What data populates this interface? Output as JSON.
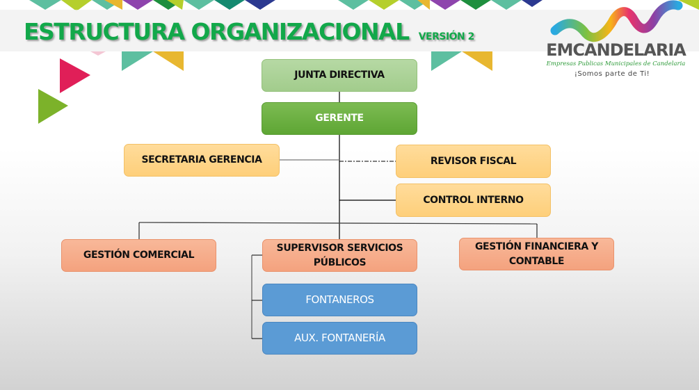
{
  "header": {
    "title": "ESTRUCTURA ORGANIZACIONAL",
    "version": "VERSIÓN 2"
  },
  "logo": {
    "name": "EMCANDELARIA",
    "subtitle": "Empresas Publicas Municipales de Candelaria",
    "slogan": "¡Somos parte de Ti!"
  },
  "org_chart": {
    "junta_directiva": "JUNTA DIRECTIVA",
    "gerente": "GERENTE",
    "secretaria_gerencia": "SECRETARIA GERENCIA",
    "revisor_fiscal": "REVISOR FISCAL",
    "control_interno": "CONTROL INTERNO",
    "gestion_comercial": "GESTIÓN COMERCIAL",
    "supervisor_servicios_publicos": "SUPERVISOR SERVICIOS PÚBLICOS",
    "gestion_financiera_contable": "GESTIÓN FINANCIERA Y CONTABLE",
    "fontaneros": "FONTANEROS",
    "aux_fontaneria": "AUX. FONTANERÍA"
  },
  "colors": {
    "title_green": "#12a84a",
    "board": "#a9d18e",
    "manager": "#70ad47",
    "staff": "#ffd68a",
    "department": "#f4b183",
    "operative": "#5b9bd5"
  }
}
